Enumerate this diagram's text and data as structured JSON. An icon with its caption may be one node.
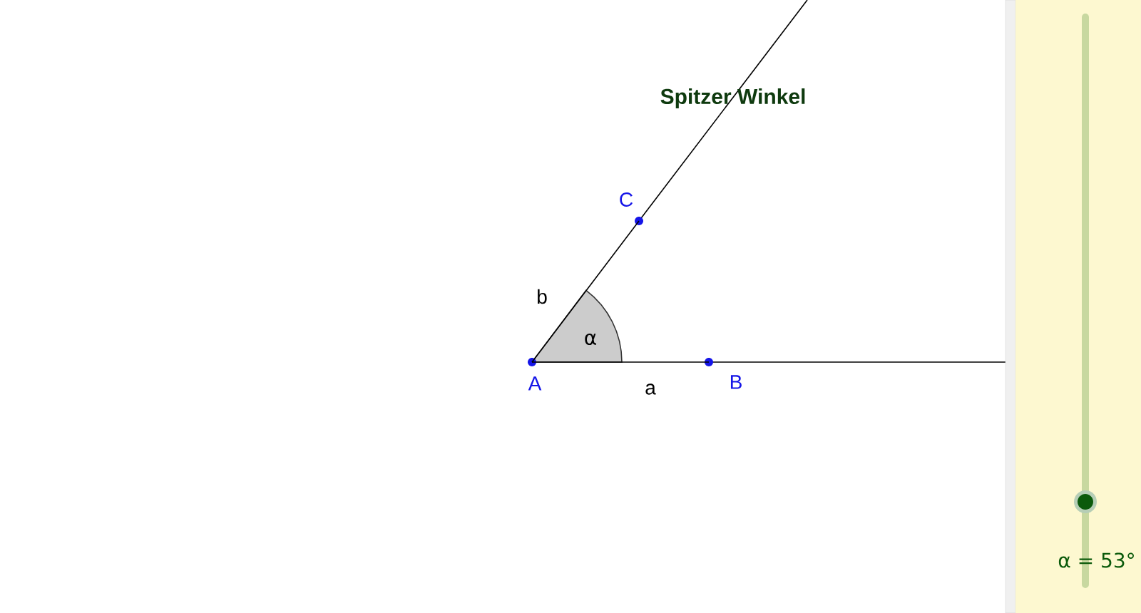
{
  "diagram": {
    "title": "Spitzer Winkel",
    "nodes": [
      {
        "text": [
          "A"
        ]
      },
      {
        "text": [
          "B"
        ]
      },
      {
        "text": [
          "C"
        ]
      }
    ],
    "edges": [
      {
        "from": 0,
        "to": 1,
        "arrow": "none",
        "label": "a"
      },
      {
        "from": 0,
        "to": 2,
        "arrow": "none",
        "label": "b"
      }
    ],
    "labels": [
      "α",
      "α = 53°"
    ]
  }
}
